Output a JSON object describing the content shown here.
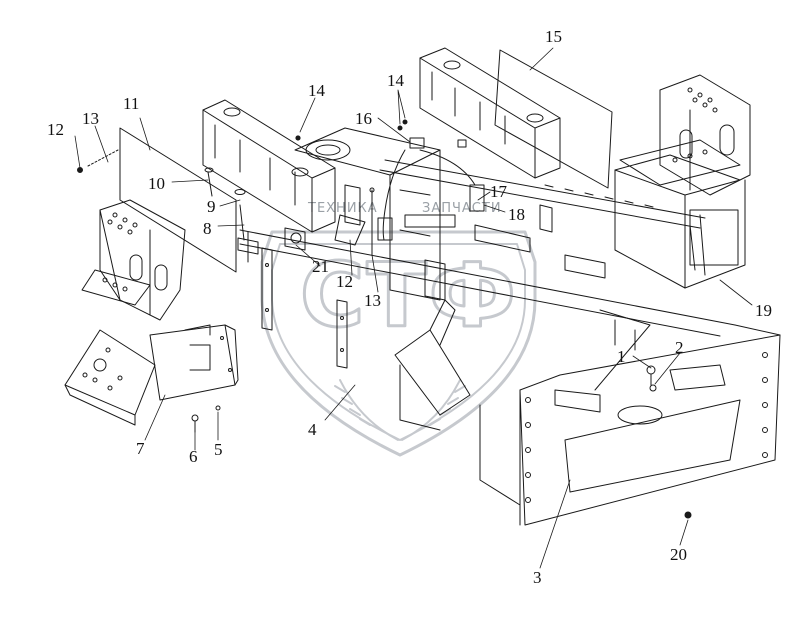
{
  "diagram": {
    "type": "exploded-assembly-drawing",
    "callouts": [
      {
        "id": "c1",
        "label": "1"
      },
      {
        "id": "c2",
        "label": "2"
      },
      {
        "id": "c3",
        "label": "3"
      },
      {
        "id": "c4",
        "label": "4"
      },
      {
        "id": "c5",
        "label": "5"
      },
      {
        "id": "c6",
        "label": "6"
      },
      {
        "id": "c7",
        "label": "7"
      },
      {
        "id": "c8",
        "label": "8"
      },
      {
        "id": "c9",
        "label": "9"
      },
      {
        "id": "c10",
        "label": "10"
      },
      {
        "id": "c11",
        "label": "11"
      },
      {
        "id": "c12a",
        "label": "12"
      },
      {
        "id": "c12b",
        "label": "12"
      },
      {
        "id": "c13a",
        "label": "13"
      },
      {
        "id": "c13b",
        "label": "13"
      },
      {
        "id": "c14a",
        "label": "14"
      },
      {
        "id": "c14b",
        "label": "14"
      },
      {
        "id": "c15",
        "label": "15"
      },
      {
        "id": "c16",
        "label": "16"
      },
      {
        "id": "c17",
        "label": "17"
      },
      {
        "id": "c18",
        "label": "18"
      },
      {
        "id": "c19",
        "label": "19"
      },
      {
        "id": "c20",
        "label": "20"
      },
      {
        "id": "c21",
        "label": "21"
      }
    ]
  },
  "watermark": {
    "logo_text": "СТФ",
    "text_left": "ТЕХНИКА",
    "text_right": "ЗАПЧАСТИ",
    "color": "#b8bcc2"
  },
  "colors": {
    "line": "#1a1a1a",
    "background": "#ffffff"
  }
}
